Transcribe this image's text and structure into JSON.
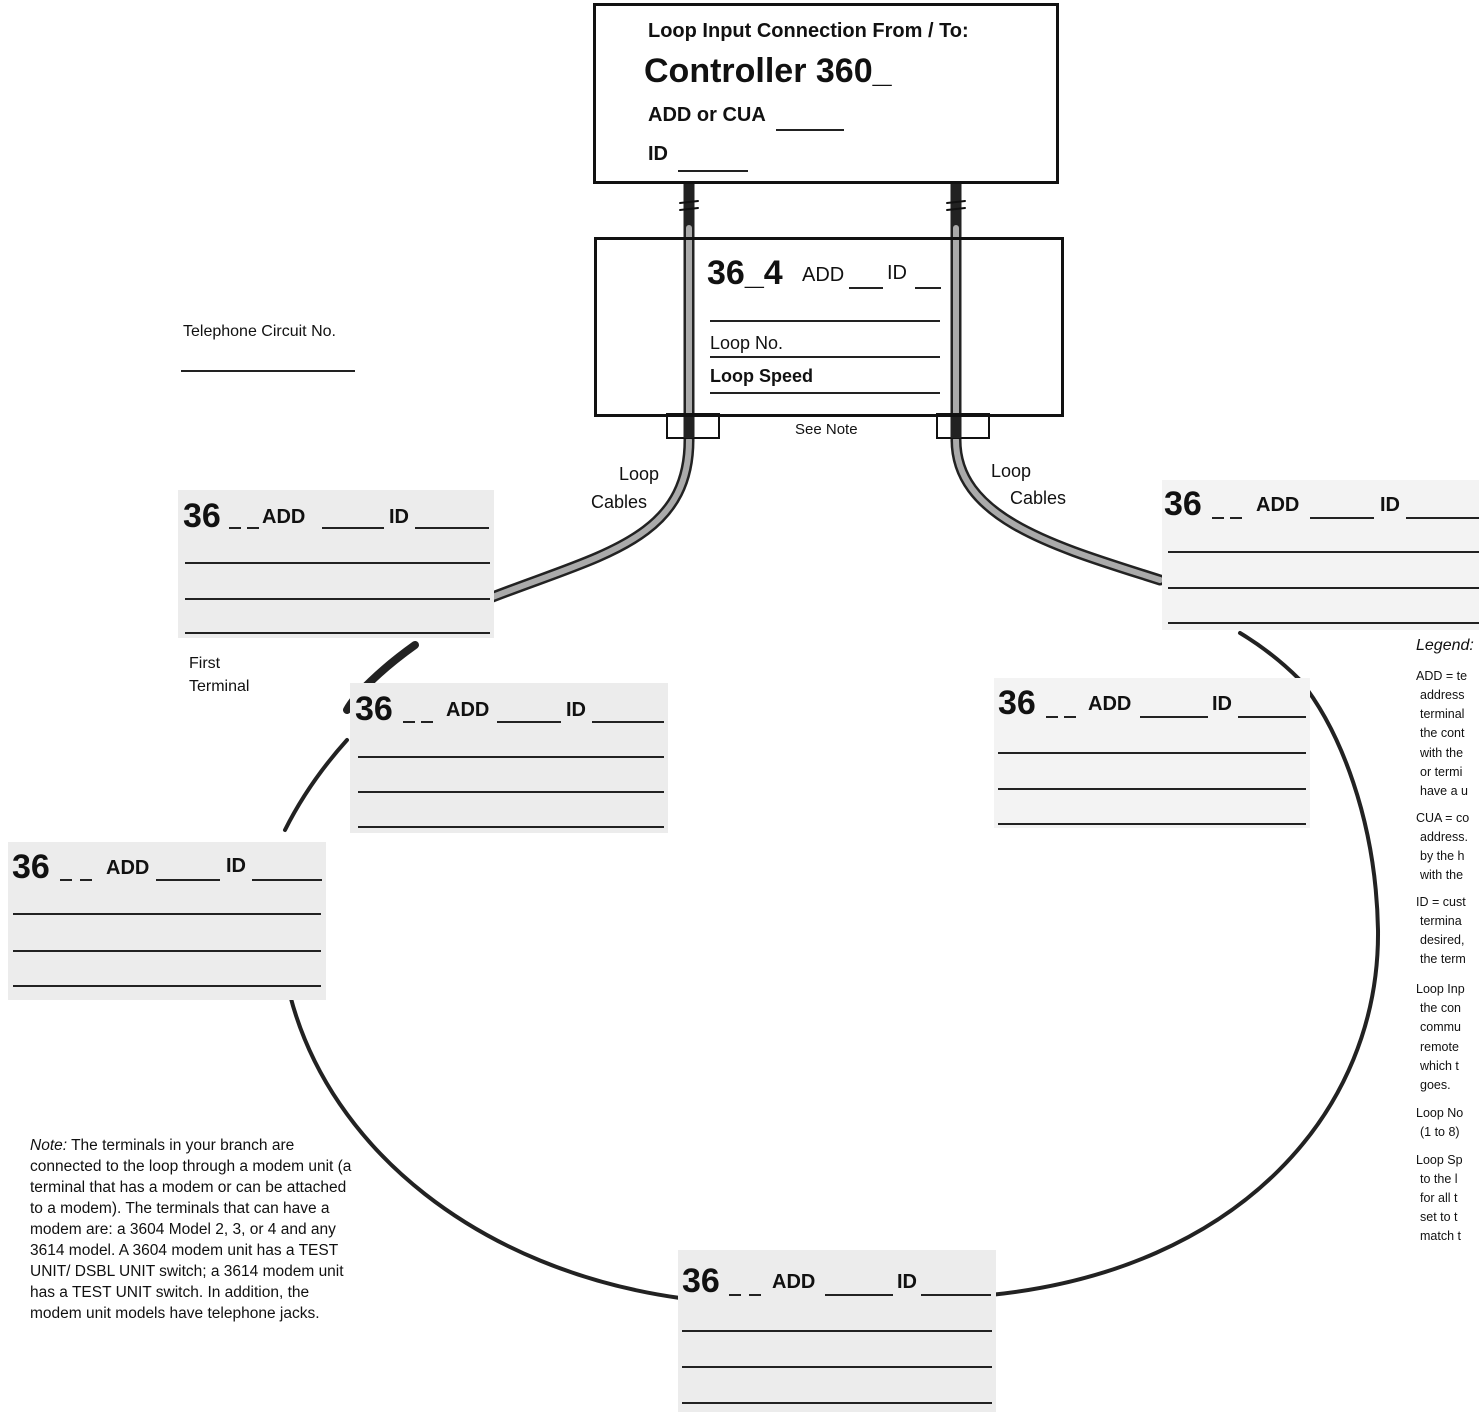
{
  "controller": {
    "heading": "Loop Input Connection From / To:",
    "title": "Controller 360_",
    "add_cua": "ADD or CUA",
    "id": "ID"
  },
  "loop_unit": {
    "model": "36_4",
    "add": "ADD",
    "id": "ID",
    "loop_no": "Loop No.",
    "loop_speed": "Loop Speed",
    "see_note": "See Note"
  },
  "telephone": {
    "label": "Telephone Circuit No."
  },
  "cables": {
    "left": [
      "Loop",
      "Cables"
    ],
    "right": [
      "Loop",
      "Cables"
    ]
  },
  "terminals": [
    {
      "model": "36",
      "add": "ADD",
      "id": "ID",
      "caption": [
        "First",
        "Terminal"
      ]
    },
    {
      "model": "36",
      "add": "ADD",
      "id": "ID"
    },
    {
      "model": "36",
      "add": "ADD",
      "id": "ID"
    },
    {
      "model": "36",
      "add": "ADD",
      "id": "ID"
    },
    {
      "model": "36",
      "add": "ADD",
      "id": "ID"
    },
    {
      "model": "36",
      "add": "ADD",
      "id": "ID"
    }
  ],
  "legend": {
    "title": "Legend:",
    "lines": [
      "ADD = te",
      " address",
      " terminal",
      " the cont",
      " with the",
      " or termi",
      " have a u",
      "CUA = co",
      " address.",
      " by the h",
      " with the",
      "ID = cust",
      " termina",
      " desired,",
      " the term",
      "Loop Inp",
      " the con",
      " commu",
      " remote",
      " which t",
      " goes.",
      "Loop No",
      " (1 to 8)",
      "Loop Sp",
      " to the l",
      " for all t",
      " set to t",
      " match t"
    ]
  },
  "note": {
    "label": "Note:",
    "text": "The terminals in your branch are connected to the loop through a modem unit (a terminal that has a modem or can be attached to a modem). The terminals that can have a modem are: a 3604 Model 2, 3, or 4 and any 3614 model. A 3604 modem unit has a TEST UNIT/ DSBL UNIT switch; a 3614 modem unit has a TEST UNIT switch. In addition, the modem unit models have telephone jacks."
  }
}
